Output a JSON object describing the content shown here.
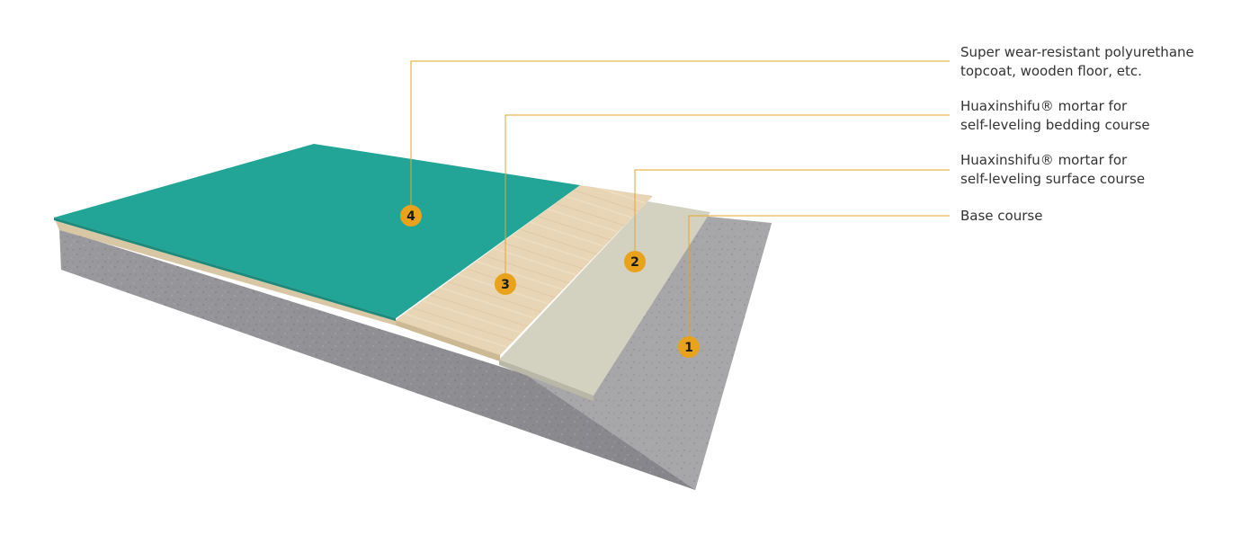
{
  "layers": [
    {
      "number": "4",
      "label_lines": [
        "Super wear-resistant polyurethane",
        "topcoat, wooden floor, etc."
      ]
    },
    {
      "number": "3",
      "label_lines": [
        "Huaxinshifu® mortar for",
        "self-leveling bedding course"
      ]
    },
    {
      "number": "2",
      "label_lines": [
        "Huaxinshifu® mortar for",
        "self-leveling surface course"
      ]
    },
    {
      "number": "1",
      "label_lines": [
        "Base course"
      ]
    }
  ],
  "colors": {
    "topcoat": "#22A596",
    "bedding": "#E8D5B5",
    "surface": "#D3D2C1",
    "base": "#A7A7A9",
    "concrete_side": "#8C8C90",
    "leader": "#E5A626",
    "badge": "#E8A21C"
  }
}
